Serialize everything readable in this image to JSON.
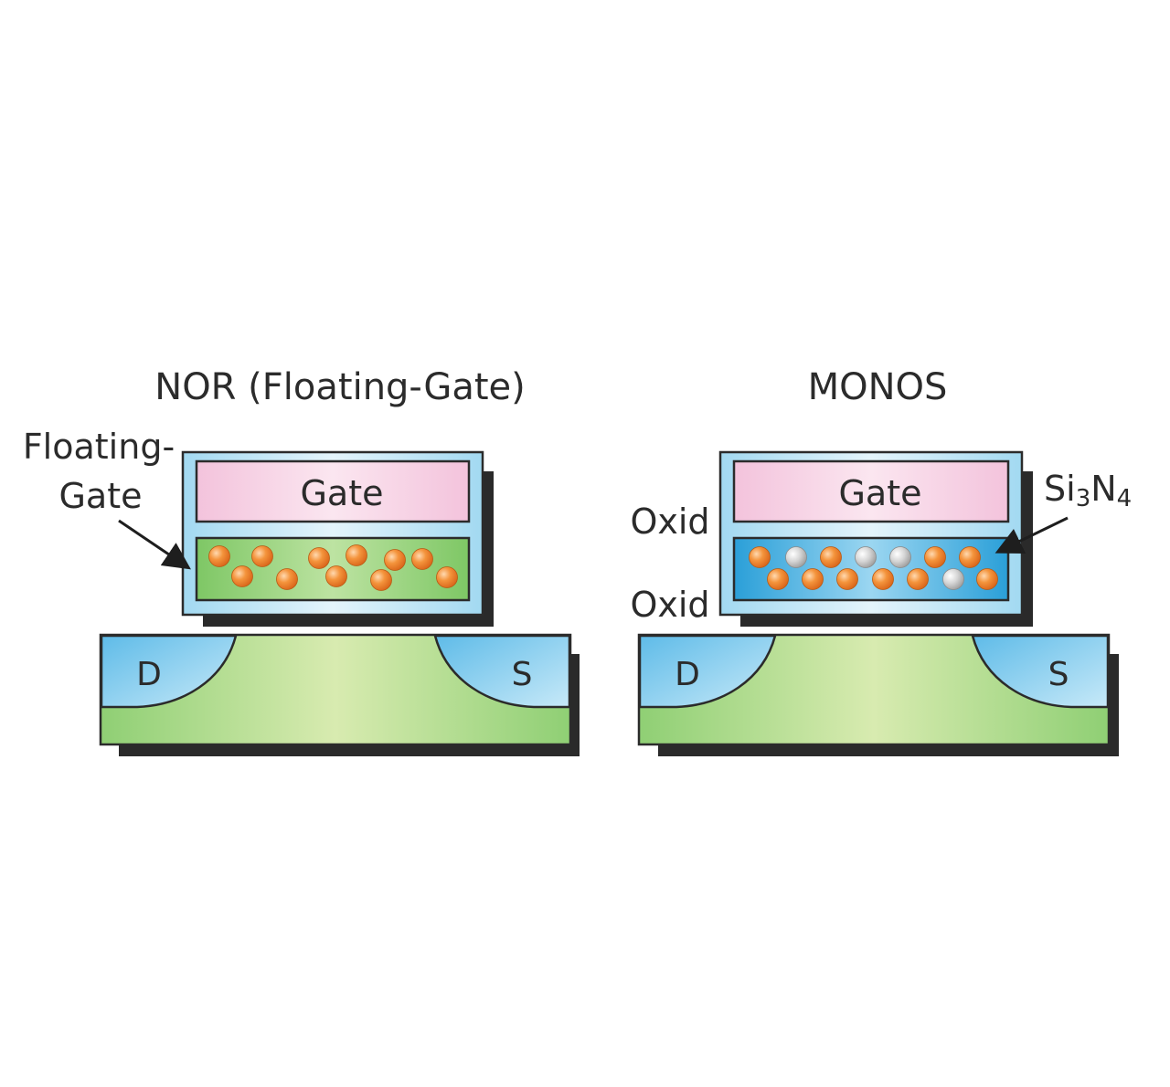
{
  "cells": [
    {
      "title": "NOR (Floating-Gate)",
      "gate_label": "Gate",
      "callout_line1": "Floating-",
      "callout_line2": "Gate",
      "drain_label": "D",
      "source_label": "S"
    },
    {
      "title": "MONOS",
      "gate_label": "Gate",
      "callout_top": "Oxid",
      "callout_bottom": "Oxid",
      "nitride_si": "Si",
      "nitride_3": "3",
      "nitride_n": "N",
      "nitride_4": "4",
      "drain_label": "D",
      "source_label": "S"
    }
  ],
  "colors": {
    "oxide": "#aee0f4",
    "gate": "#f6d2e4",
    "floating_gate": "#8ed07a",
    "nitride": "#3fa9dc",
    "substrate": "#a9d98b",
    "drain_source": "#7cc9ee",
    "electron": "#f0822a",
    "neutral_site": "#c8c8c8",
    "shadow": "#2a2a2a",
    "outline": "#2b2b2b"
  }
}
